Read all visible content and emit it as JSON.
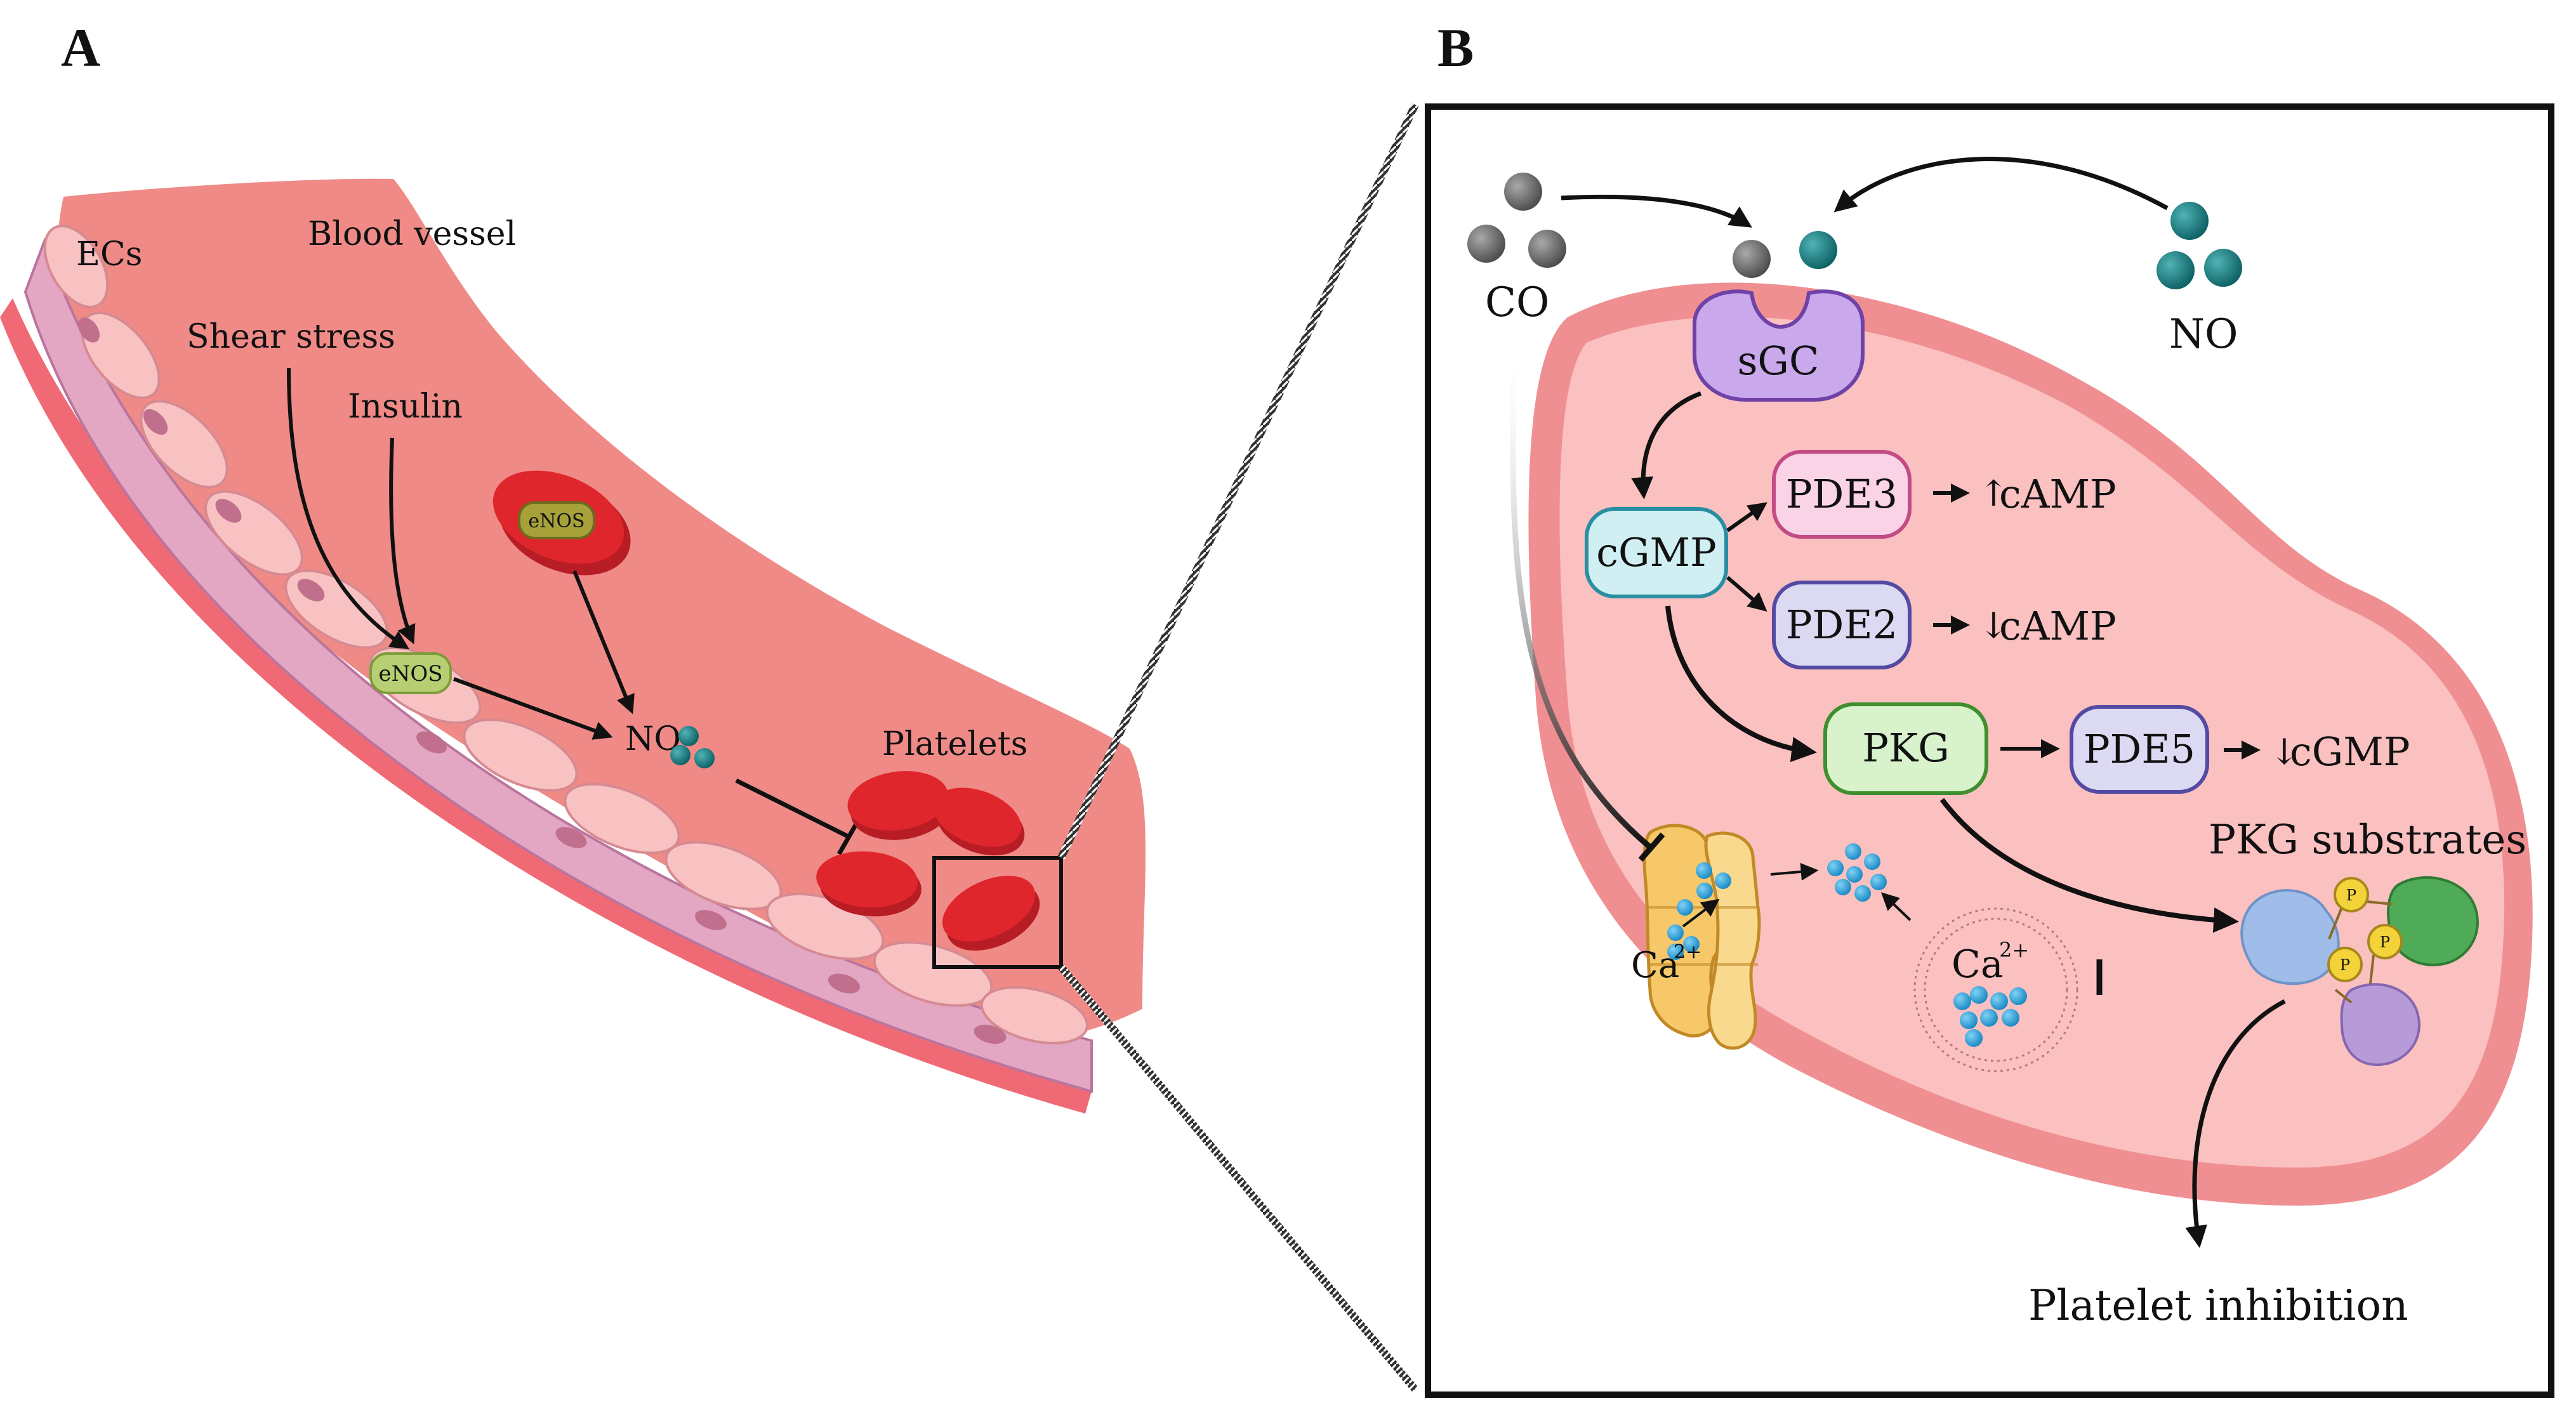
{
  "panels": {
    "a": {
      "letter": "A",
      "labels": {
        "blood_vessel": "Blood vessel",
        "ecs": "ECs",
        "shear_stress": "Shear stress",
        "insulin": "Insulin",
        "enos_ec": "eNOS",
        "enos_platelet": "eNOS",
        "no": "NO",
        "platelets": "Platelets"
      }
    },
    "b": {
      "letter": "B",
      "labels": {
        "co": "CO",
        "no": "NO",
        "sgc": "sGC",
        "cgmp": "cGMP",
        "pde3": "PDE3",
        "pde2": "PDE2",
        "pkg": "PKG",
        "pde5": "PDE5",
        "camp_up": "cAMP",
        "camp_down": "cAMP",
        "cgmp_down": "cGMP",
        "pkg_substrates": "PKG substrates",
        "ca_channel": "Ca",
        "ca_store": "Ca",
        "charge": "2+",
        "phospho": "P",
        "platelet_inhibition": "Platelet inhibition",
        "arrow_up": "↑",
        "arrow_down": "↓"
      }
    }
  },
  "colors": {
    "vessel": "#ef8a87",
    "vessel_wall": "#f06a76",
    "endothelial": "#f6b9bc",
    "platelet": "#e0262d",
    "enos": "#b7cf72",
    "no_molecule": "#137a7e",
    "co_molecule": "#6e6e6e",
    "sgc": "#c9a8ec",
    "cgmp": "#cfeff3",
    "pde3": "#fbd3e6",
    "pde2_pde5": "#dcd9f3",
    "pkg": "#d8f3cc",
    "calcium": "#2aa6df",
    "channel": "#f7c86a"
  }
}
